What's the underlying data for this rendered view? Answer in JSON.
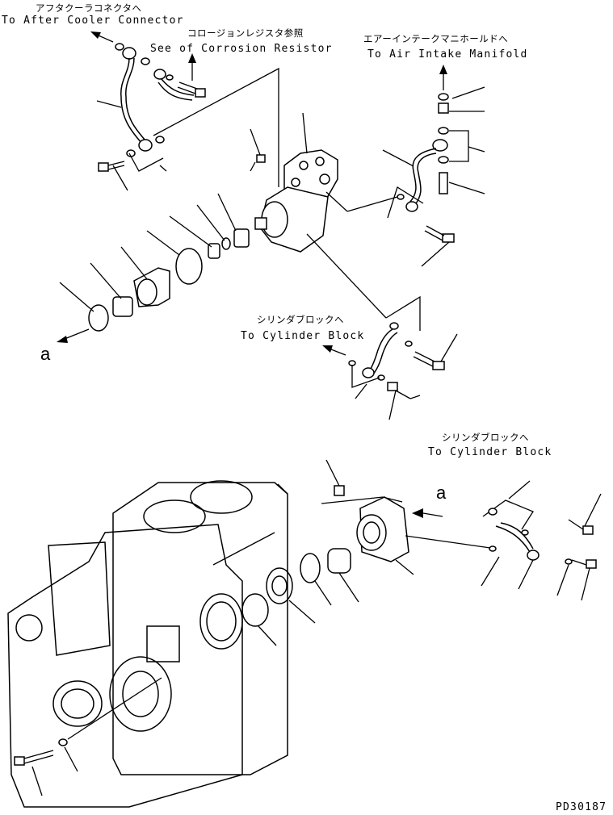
{
  "labels": {
    "aftercooler_jp": "アフタクーラコネクタへ",
    "aftercooler_en": "To After Cooler Connector",
    "corrosion_jp": "コロージョンレジスタ参照",
    "corrosion_en": "See of Corrosion Resistor",
    "intake_jp": "エアーインテークマニホールドへ",
    "intake_en": "To Air Intake Manifold",
    "cyl1_jp": "シリンダブロックへ",
    "cyl1_en": "To Cylinder Block",
    "cyl2_jp": "シリンダブロックへ",
    "cyl2_en": "To Cylinder Block",
    "ref_a_upper": "a",
    "ref_a_lower": "a",
    "drawing_no": "PD30187"
  }
}
